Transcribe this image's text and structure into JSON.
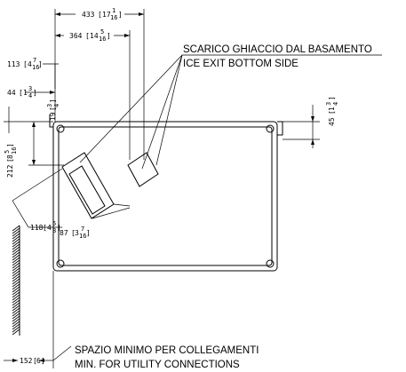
{
  "labels": {
    "ice_exit_it": "SCARICO GHIACCIO DAL BASAMENTO",
    "ice_exit_en": "ICE EXIT BOTTOM SIDE",
    "utility_it": "SPAZIO MINIMO PER COLLEGAMENTI",
    "utility_en": "MIN. FOR UTILITY CONNECTIONS"
  },
  "dimensions": {
    "d433": {
      "mm": "433",
      "inch_whole": "17",
      "frac_num": "1",
      "frac_den": "16"
    },
    "d364": {
      "mm": "364",
      "inch_whole": "14",
      "frac_num": "5",
      "frac_den": "16"
    },
    "d113": {
      "mm": "113",
      "inch_whole": "4",
      "frac_num": "7",
      "frac_den": "16"
    },
    "d44": {
      "mm": "44",
      "inch_whole": "1",
      "frac_num": "3",
      "frac_den": "4"
    },
    "d_small": {
      "mm": "19",
      "inch_whole": "",
      "frac_num": "3",
      "frac_den": "4"
    },
    "d45": {
      "mm": "45",
      "inch_whole": "1",
      "frac_num": "3",
      "frac_den": "4"
    },
    "d212": {
      "mm": "212",
      "inch_whole": "8",
      "frac_num": "5",
      "frac_den": "16"
    },
    "d118": {
      "mm": "118",
      "inch_whole": "4",
      "frac_num": "5",
      "frac_den": "8"
    },
    "d87": {
      "mm": "87",
      "inch_whole": "3",
      "frac_num": "7",
      "frac_den": "16"
    },
    "d152": {
      "mm": "152",
      "inch": "6"
    }
  }
}
